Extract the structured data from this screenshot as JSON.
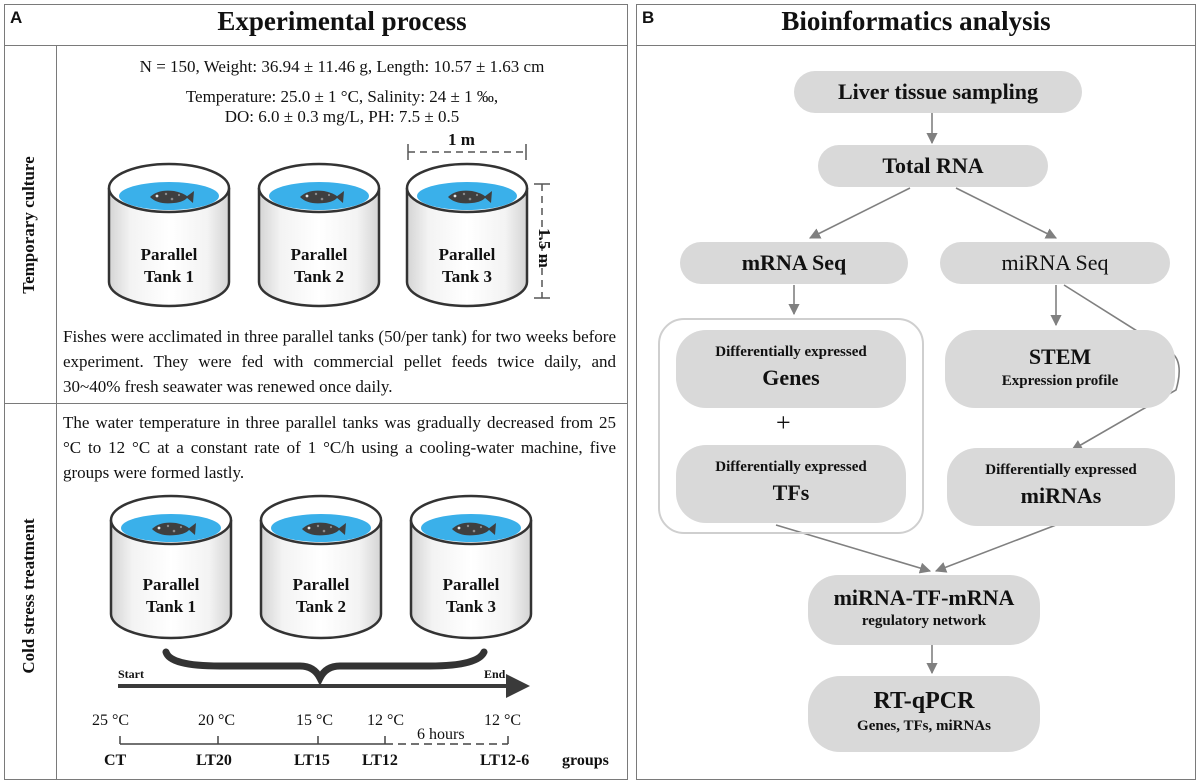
{
  "panel_a": {
    "letter": "A",
    "title": "Experimental process",
    "section1": {
      "side_label": "Temporary culture",
      "info_line1": "N = 150, Weight: 36.94 ± 11.46 g, Length: 10.57 ± 1.63 cm",
      "info_line2": "Temperature: 25.0 ± 1 °C, Salinity: 24 ± 1 ‰,",
      "info_line3": "DO: 6.0 ± 0.3 mg/L, PH: 7.5 ± 0.5",
      "dim_width": "1 m",
      "dim_height": "1.5 m",
      "tanks": [
        {
          "line1": "Parallel",
          "line2": "Tank 1"
        },
        {
          "line1": "Parallel",
          "line2": "Tank 2"
        },
        {
          "line1": "Parallel",
          "line2": "Tank 3"
        }
      ],
      "paragraph": "Fishes were acclimated in three parallel tanks (50/per tank) for two weeks before experiment. They were fed with commercial pellet feeds twice daily, and 30~40% fresh seawater was renewed once daily."
    },
    "section2": {
      "side_label": "Cold stress treatment",
      "paragraph": "The water temperature in three parallel tanks was gradually decreased from 25 °C to 12 °C at a constant rate of 1 °C/h using a cooling-water machine, five groups were formed lastly.",
      "tanks": [
        {
          "line1": "Parallel",
          "line2": "Tank 1"
        },
        {
          "line1": "Parallel",
          "line2": "Tank 2"
        },
        {
          "line1": "Parallel",
          "line2": "Tank 3"
        }
      ],
      "start_label": "Start",
      "end_label": "End",
      "temperatures": [
        "25 °C",
        "20 °C",
        "15 °C",
        "12 °C",
        "12 °C"
      ],
      "duration_label": "6 hours",
      "groups": [
        "CT",
        "LT20",
        "LT15",
        "LT12",
        "LT12-6"
      ],
      "groups_label": "groups"
    }
  },
  "panel_b": {
    "letter": "B",
    "title": "Bioinformatics analysis",
    "nodes": {
      "liver": "Liver tissue sampling",
      "total_rna": "Total RNA",
      "mrna_seq": "mRNA Seq",
      "mirna_seq": "miRNA Seq",
      "deg_title": "Differentially expressed",
      "deg_main": "Genes",
      "plus": "+",
      "detf_title": "Differentially expressed",
      "detf_main": "TFs",
      "stem_main": "STEM",
      "stem_sub": "Expression profile",
      "demirna_title": "Differentially expressed",
      "demirna_main": "miRNAs",
      "network_main": "miRNA-TF-mRNA",
      "network_sub": "regulatory network",
      "qpcr_main": "RT-qPCR",
      "qpcr_sub": "Genes, TFs, miRNAs"
    }
  },
  "colors": {
    "border": "#7a7a7a",
    "pill": "#d9d9d9",
    "arrow": "#808080",
    "water": "#3ab0ea",
    "timeline": "#3a3a3a"
  }
}
